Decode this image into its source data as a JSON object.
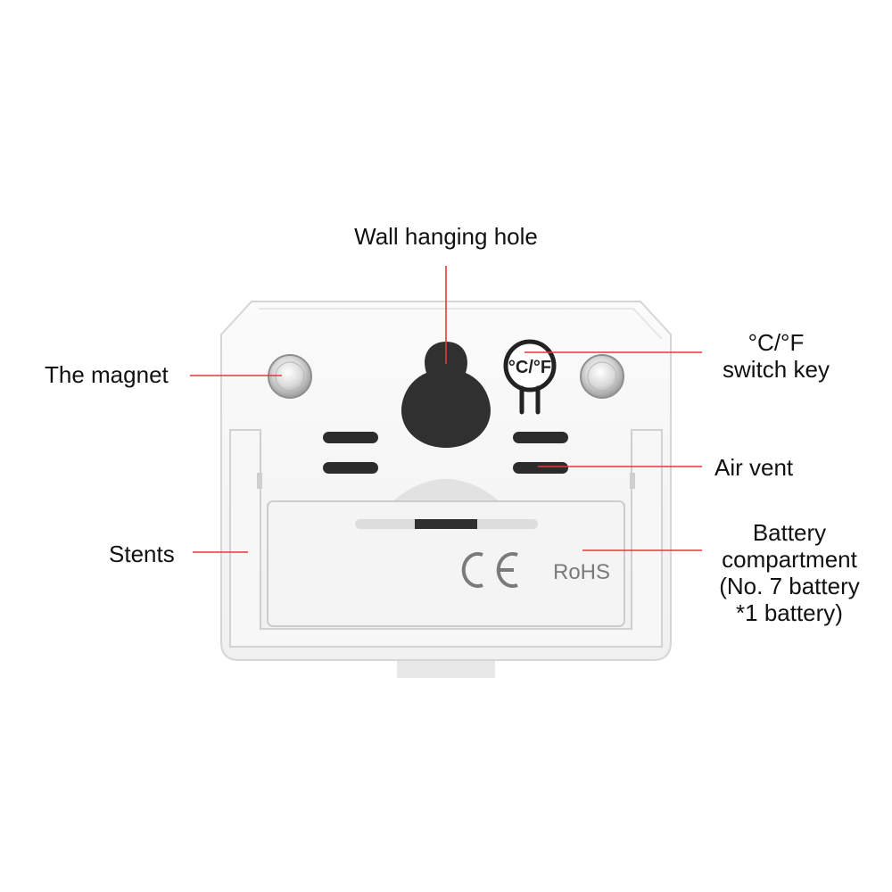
{
  "labels": {
    "wall_hanging_hole": "Wall hanging hole",
    "magnet": "The magnet",
    "switch_key": [
      "°C/°F",
      "switch key"
    ],
    "air_vent": "Air vent",
    "stents": "Stents",
    "battery": [
      "Battery",
      "compartment",
      "(No. 7 battery",
      "*1 battery)"
    ]
  },
  "device": {
    "switch_key_mark": "°C/°F",
    "rohs_mark": "RoHS",
    "ce_mark": "CE"
  },
  "colors": {
    "leader_line": "#e4393c",
    "body": "#f4f4f4",
    "outline": "#dcdcdc",
    "dark": "#2b2b2b"
  }
}
